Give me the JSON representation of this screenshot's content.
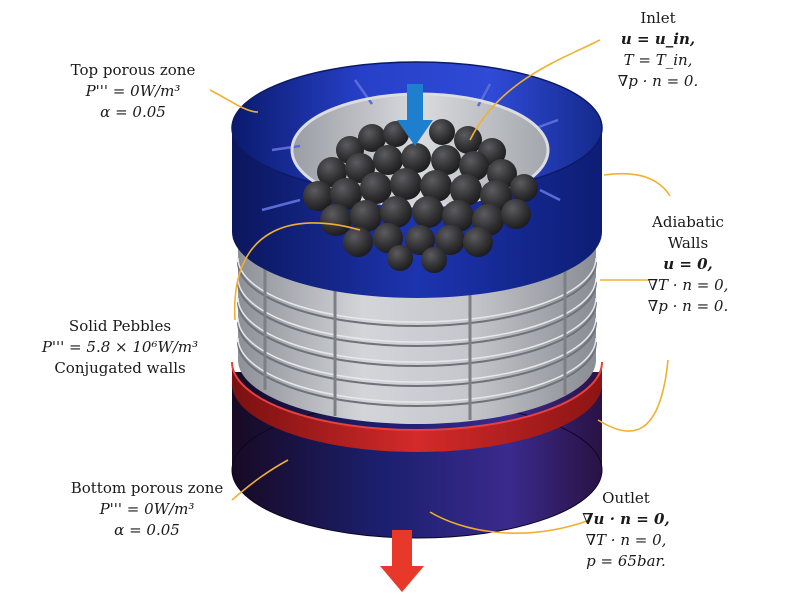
{
  "labels": {
    "inlet": {
      "title": "Inlet",
      "lines": [
        "u = u_in,",
        "T = T_in,",
        "∇p · n = 0."
      ]
    },
    "top_porous": {
      "title": "Top porous zone",
      "lines": [
        "P''' = 0W/m³",
        "α = 0.05"
      ]
    },
    "adiabatic": {
      "title_1": "Adiabatic",
      "title_2": "Walls",
      "lines": [
        "u = 0,",
        "∇T · n = 0,",
        "∇p · n = 0."
      ]
    },
    "pebbles": {
      "title": "Solid Pebbles",
      "lines": [
        "P''' = 5.8 × 10⁶W/m³",
        "Conjugated walls"
      ]
    },
    "bottom_porous": {
      "title": "Bottom porous zone",
      "lines": [
        "P''' = 0W/m³",
        "α = 0.05"
      ]
    },
    "outlet": {
      "title": "Outlet",
      "lines": [
        "∇u · n = 0,",
        "∇T · n = 0,",
        "p = 65bar."
      ]
    }
  },
  "colors": {
    "top_ring": "#2a3fc0",
    "bottom_ring": "#c42424",
    "shell": "#b9bcc2",
    "pebble": "#3a3a3c",
    "inlet_arrow": "#1f7fcf",
    "outlet_arrow": "#e8382a",
    "leader": "#f0b030"
  }
}
